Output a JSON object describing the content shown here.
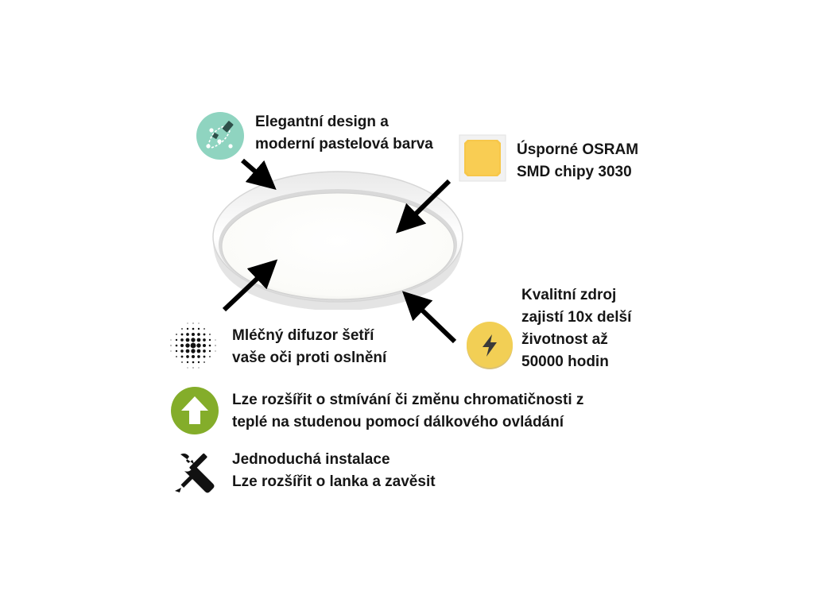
{
  "features": {
    "design": {
      "icon": "design-tool-icon",
      "color": "#8fd4c0",
      "lines": [
        "Elegantní design a",
        "moderní pastelová barva"
      ]
    },
    "osram": {
      "icon": "led-chip-icon",
      "color": "#f7c74a",
      "lines": [
        "Úsporné OSRAM",
        "SMD chipy 3030"
      ]
    },
    "source": {
      "icon": "lightning-icon",
      "color": "#f2cf55",
      "lines": [
        "Kvalitní zdroj",
        "zajistí 10x delší",
        "životnost až",
        "50000 hodin"
      ]
    },
    "diffuser": {
      "icon": "halftone-dots-icon",
      "lines": [
        "Mléčný difuzor šetří",
        "vaše oči proti oslnění"
      ]
    },
    "dimming": {
      "icon": "upgrade-arrow-icon",
      "color": "#84ad2a",
      "lines": [
        "Lze rozšířit o stmívání či změnu chromatičnosti z",
        "teplé na studenou pomocí dálkového ovládání"
      ]
    },
    "install": {
      "icon": "wrench-screwdriver-icon",
      "lines": [
        "Jednoduchá instalace",
        "Lze rozšířit o lanka a zavěsit"
      ]
    }
  },
  "product": {
    "icon": "round-ceiling-light",
    "frame_color": "#ffffff"
  }
}
